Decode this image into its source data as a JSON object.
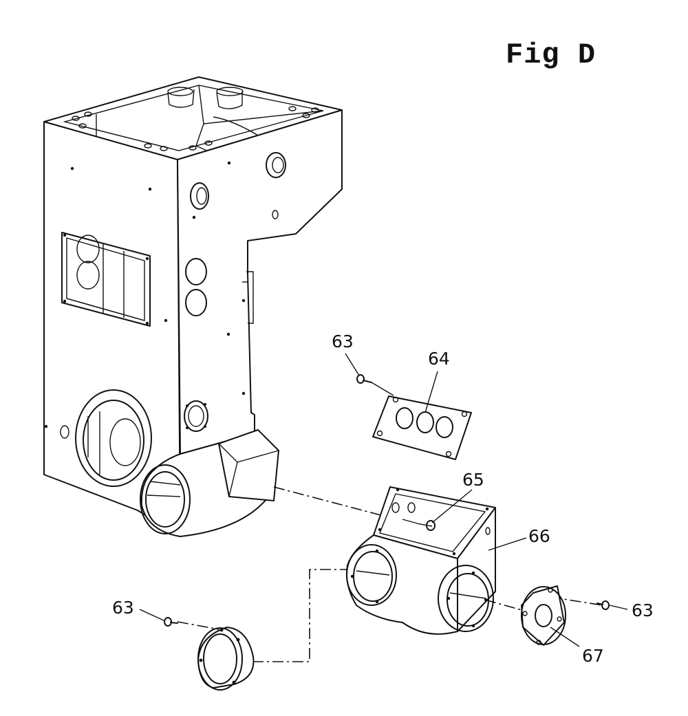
{
  "figure": {
    "title": "Fig D"
  },
  "callouts": [
    {
      "id": "screw-top",
      "label": "63"
    },
    {
      "id": "cover-plate",
      "label": "64"
    },
    {
      "id": "shaft-pin",
      "label": "65"
    },
    {
      "id": "gear-housing",
      "label": "66"
    },
    {
      "id": "screw-left",
      "label": "63"
    },
    {
      "id": "screw-right",
      "label": "63"
    },
    {
      "id": "end-cap",
      "label": "67"
    }
  ]
}
